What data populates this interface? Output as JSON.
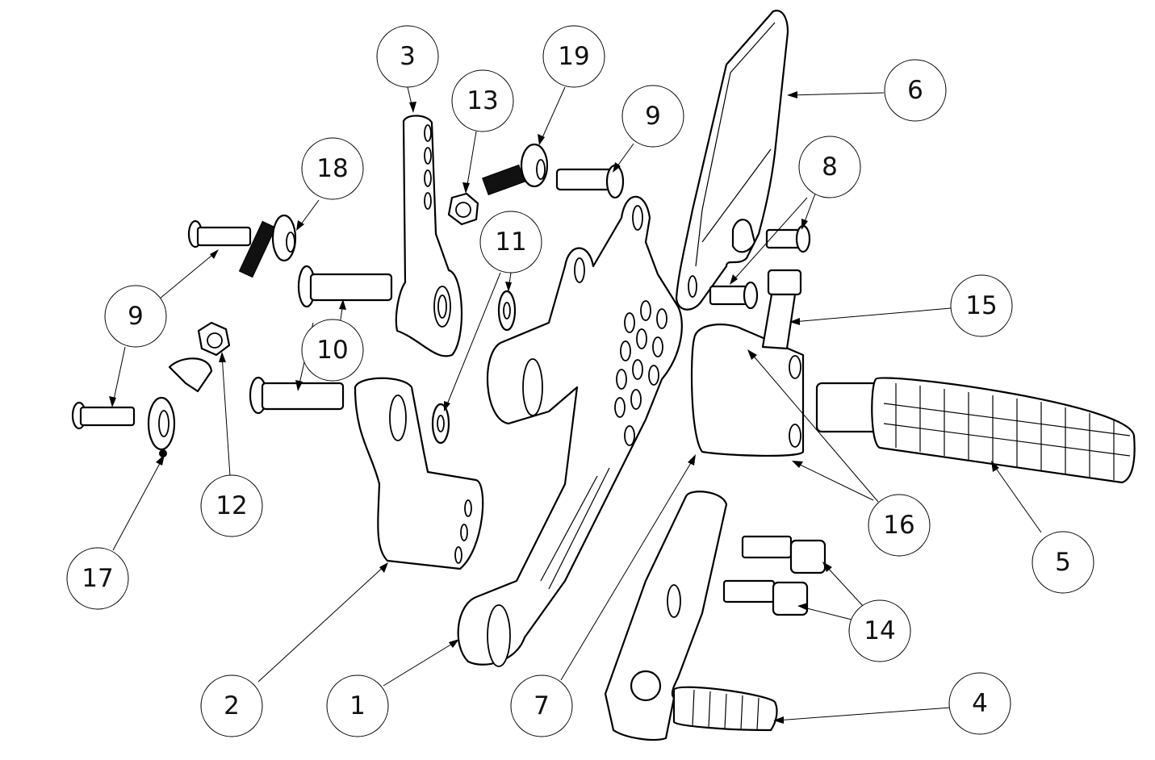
{
  "diagram": {
    "title": "Rearset exploded assembly view",
    "balloons": [
      {
        "id": "b3",
        "label": "3",
        "part": "shift lever"
      },
      {
        "id": "b19",
        "label": "19",
        "part": "rod end (upper)"
      },
      {
        "id": "b13",
        "label": "13",
        "part": "nut (upper)"
      },
      {
        "id": "b9a",
        "label": "9",
        "part": "bolt (upper right)"
      },
      {
        "id": "b6",
        "label": "6",
        "part": "heel guard"
      },
      {
        "id": "b18",
        "label": "18",
        "part": "rod end (left)"
      },
      {
        "id": "b8",
        "label": "8",
        "part": "heel guard screws"
      },
      {
        "id": "b11",
        "label": "11",
        "part": "washer"
      },
      {
        "id": "b9b",
        "label": "9",
        "part": "bolts (left)"
      },
      {
        "id": "b15",
        "label": "15",
        "part": "screw"
      },
      {
        "id": "b10",
        "label": "10",
        "part": "pivot pins"
      },
      {
        "id": "b12",
        "label": "12",
        "part": "nut (lower)"
      },
      {
        "id": "b16",
        "label": "16",
        "part": "spacers"
      },
      {
        "id": "b5",
        "label": "5",
        "part": "footpeg"
      },
      {
        "id": "b17",
        "label": "17",
        "part": "rod end (lower)"
      },
      {
        "id": "b14",
        "label": "14",
        "part": "socket head screws"
      },
      {
        "id": "b2",
        "label": "2",
        "part": "linkage arm"
      },
      {
        "id": "b1",
        "label": "1",
        "part": "main bracket"
      },
      {
        "id": "b7",
        "label": "7",
        "part": "peg mount"
      },
      {
        "id": "b4",
        "label": "4",
        "part": "brake/shift pedal with peg"
      }
    ]
  }
}
